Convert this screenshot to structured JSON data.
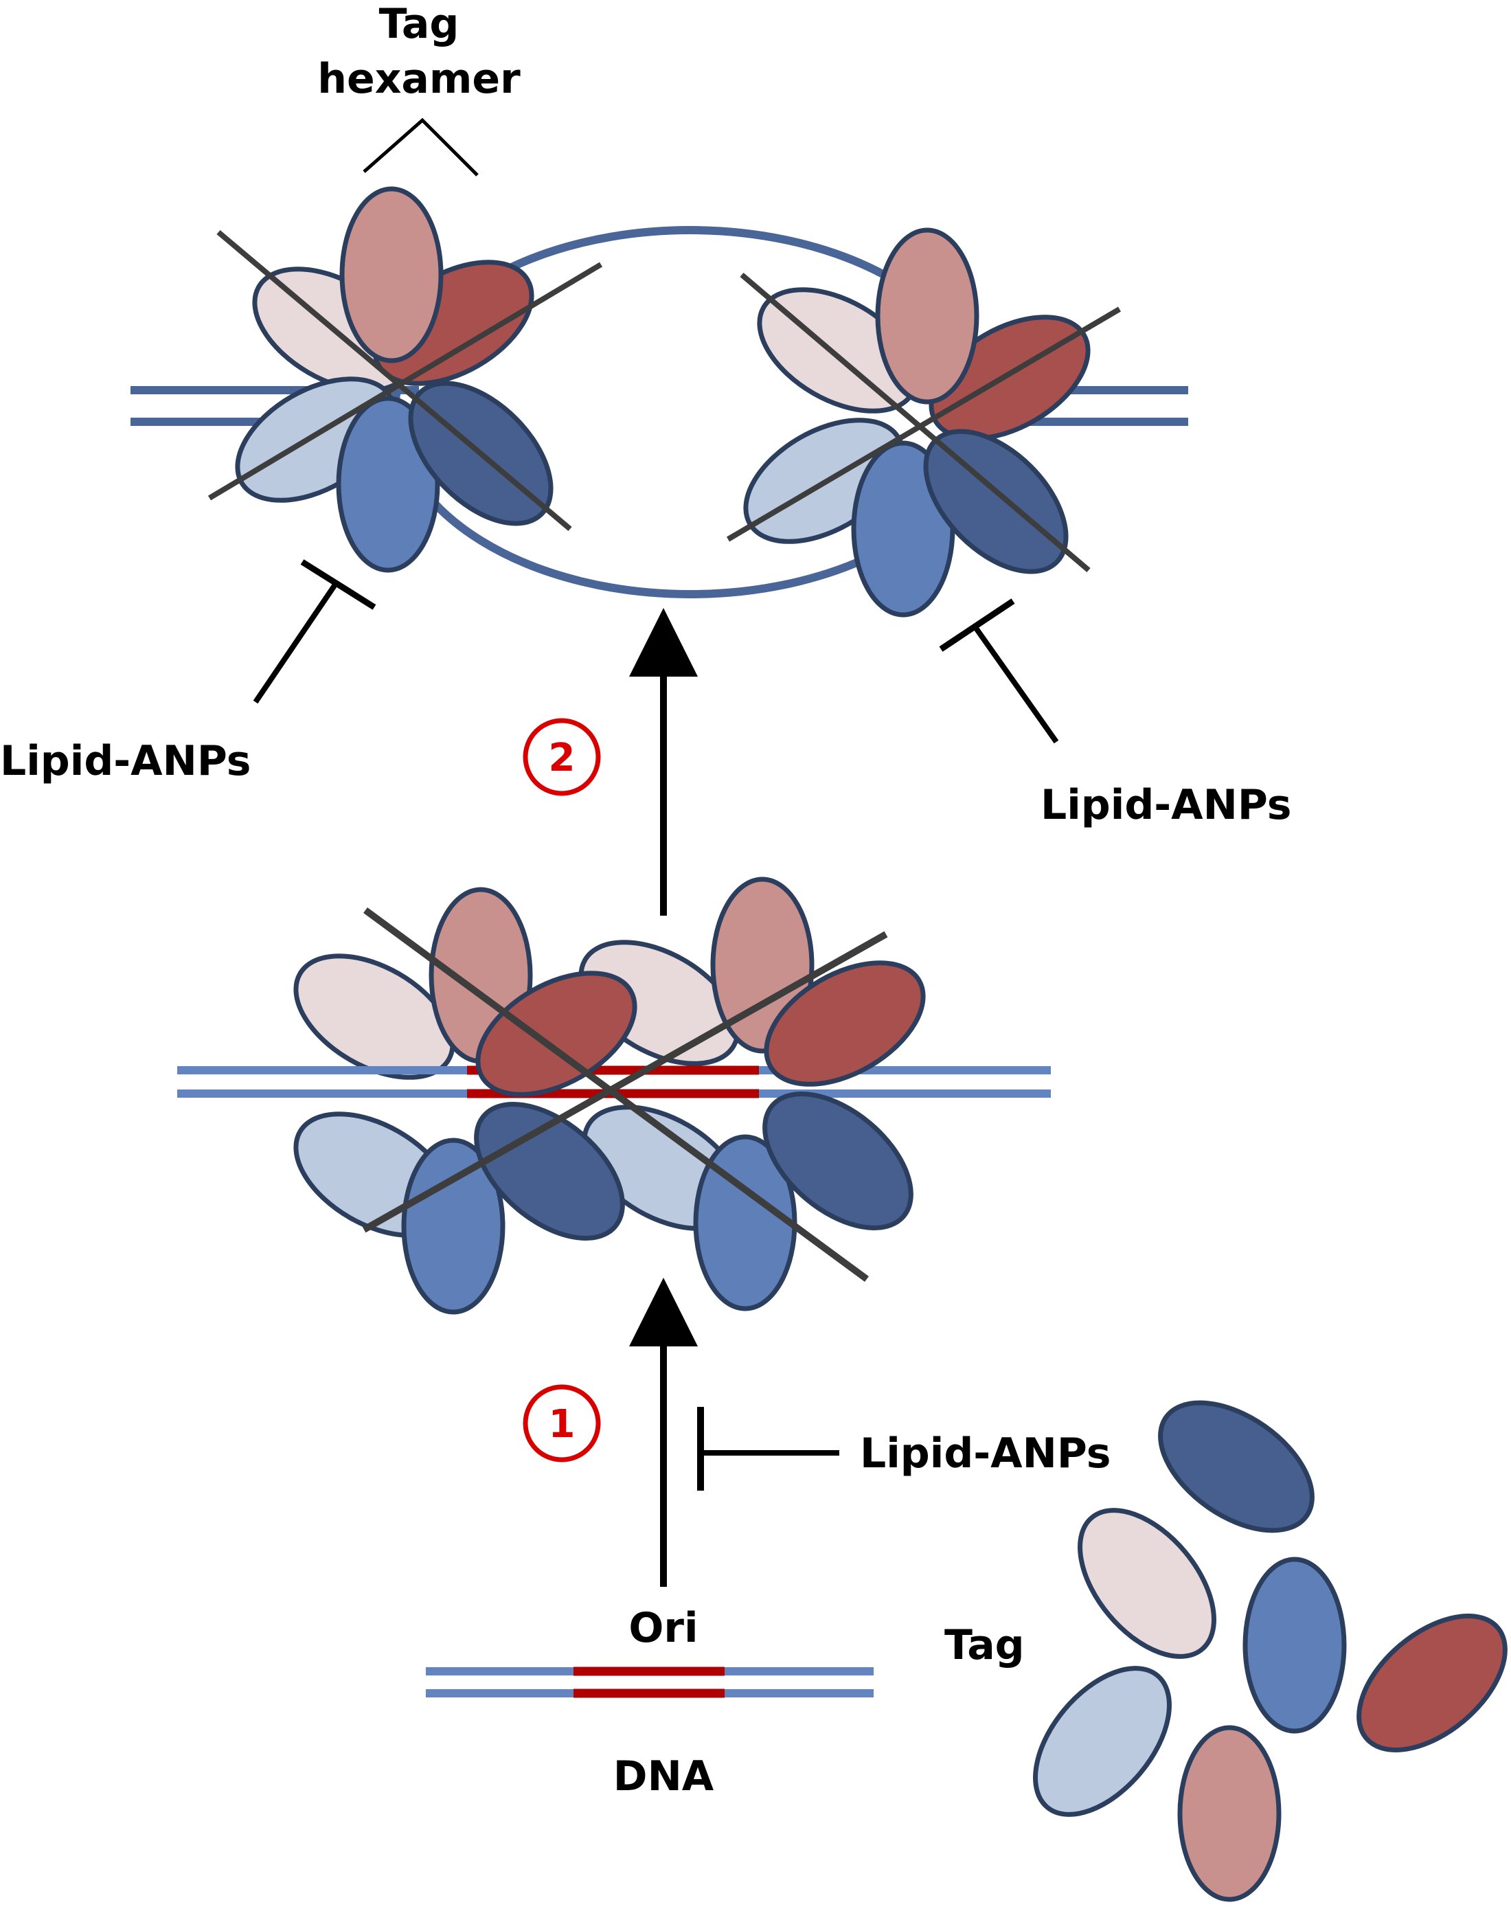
{
  "labels": {
    "tag_hexamer_line1": "Tag",
    "tag_hexamer_line2": "hexamer",
    "lipid_anps": "Lipid-ANPs",
    "ori": "Ori",
    "dna": "DNA",
    "tag": "Tag",
    "step1": "1",
    "step2": "2"
  },
  "colors": {
    "subunit_light_pink": "#e8d9da",
    "subunit_rose": "#c9918e",
    "subunit_red": "#a8504e",
    "subunit_light_blue": "#bccae0",
    "subunit_mid_blue": "#5f7fb8",
    "subunit_dark_blue": "#465f8e",
    "outline": "#2b3e5e",
    "dna_strand": "#6284c0",
    "dna_strand_dark": "#4a6598",
    "ori_region": "#b00000",
    "step_circle": "#d90000",
    "cross_line": "#3d3d3d",
    "arrow": "#000000"
  }
}
